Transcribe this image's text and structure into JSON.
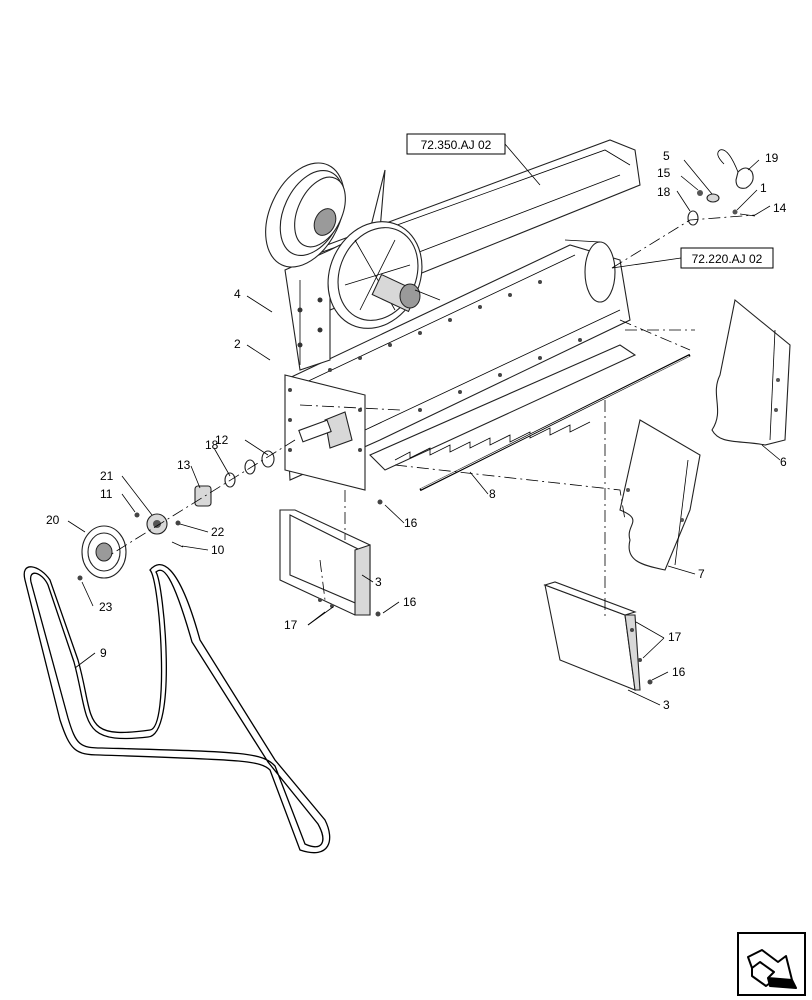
{
  "references": {
    "ref_a": "72.350.AJ 02",
    "ref_b": "72.220.AJ 02"
  },
  "callouts": [
    {
      "id": "c5",
      "text": "5"
    },
    {
      "id": "c19",
      "text": "19"
    },
    {
      "id": "c15",
      "text": "15"
    },
    {
      "id": "c1",
      "text": "1"
    },
    {
      "id": "c18a",
      "text": "18"
    },
    {
      "id": "c14",
      "text": "14"
    },
    {
      "id": "c4",
      "text": "4"
    },
    {
      "id": "c2",
      "text": "2"
    },
    {
      "id": "c6",
      "text": "6"
    },
    {
      "id": "c18b",
      "text": "18"
    },
    {
      "id": "c12",
      "text": "12"
    },
    {
      "id": "c13",
      "text": "13"
    },
    {
      "id": "c21",
      "text": "21"
    },
    {
      "id": "c11",
      "text": "11"
    },
    {
      "id": "c8",
      "text": "8"
    },
    {
      "id": "c16a",
      "text": "16"
    },
    {
      "id": "c22",
      "text": "22"
    },
    {
      "id": "c20",
      "text": "20"
    },
    {
      "id": "c10",
      "text": "10"
    },
    {
      "id": "c7",
      "text": "7"
    },
    {
      "id": "c3a",
      "text": "3"
    },
    {
      "id": "c16b",
      "text": "16"
    },
    {
      "id": "c23",
      "text": "23"
    },
    {
      "id": "c17a",
      "text": "17"
    },
    {
      "id": "c17b",
      "text": "17"
    },
    {
      "id": "c16c",
      "text": "16"
    },
    {
      "id": "c9",
      "text": "9"
    },
    {
      "id": "c3b",
      "text": "3"
    }
  ],
  "nav_icon": "next-page-arrow-icon"
}
